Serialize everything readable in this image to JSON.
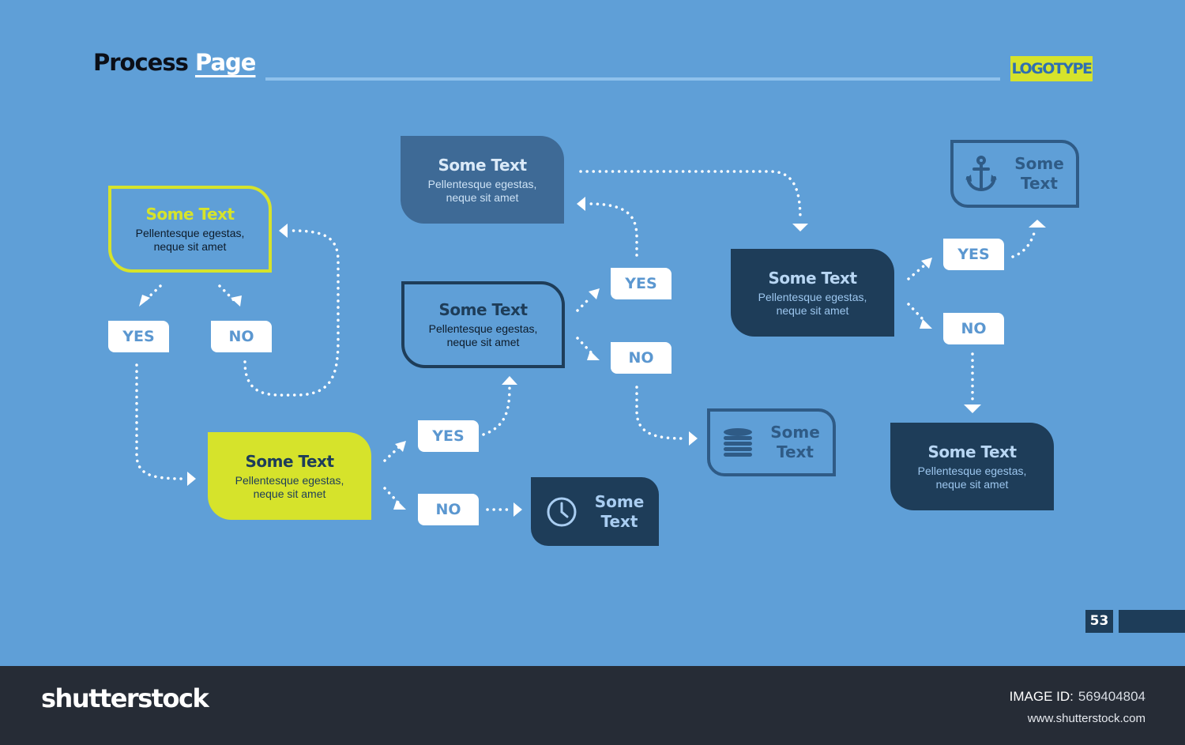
{
  "slide": {
    "title_part1": "Process",
    "title_part2": "Page",
    "logo": "LOGOTYPE",
    "page_number": "53"
  },
  "boxes": {
    "b1": {
      "title": "Some Text",
      "body1": "Pellentesque egestas,",
      "body2": "neque sit amet"
    },
    "b2": {
      "title": "Some Text",
      "body1": "Pellentesque egestas,",
      "body2": "neque sit amet"
    },
    "b3": {
      "title": "Some Text",
      "body1": "Pellentesque egestas,",
      "body2": "neque sit amet"
    },
    "b4": {
      "title": "Some Text",
      "body1": "Pellentesque egestas,",
      "body2": "neque sit amet"
    },
    "b5": {
      "title": "Some Text",
      "body1": "Pellentesque egestas,",
      "body2": "neque sit amet"
    },
    "b6": {
      "title": "Some Text",
      "body1": "Pellentesque egestas,",
      "body2": "neque sit amet"
    }
  },
  "icon_boxes": {
    "anchor": {
      "line1": "Some",
      "line2": "Text",
      "icon": "anchor-icon"
    },
    "coins": {
      "line1": "Some",
      "line2": "Text",
      "icon": "coins-icon"
    },
    "clock": {
      "line1": "Some",
      "line2": "Text",
      "icon": "clock-icon"
    }
  },
  "tags": {
    "yes": "YES",
    "no": "NO"
  },
  "footer": {
    "brand": "shutterstock",
    "image_id_label": "IMAGE ID:",
    "image_id": "569404804",
    "site": "www.shutterstock.com"
  },
  "colors": {
    "background": "#5f9fd7",
    "lime": "#d6e32b",
    "dark_navy": "#1e3d59",
    "mid_blue": "#3e6a96",
    "footer": "#262c36"
  }
}
